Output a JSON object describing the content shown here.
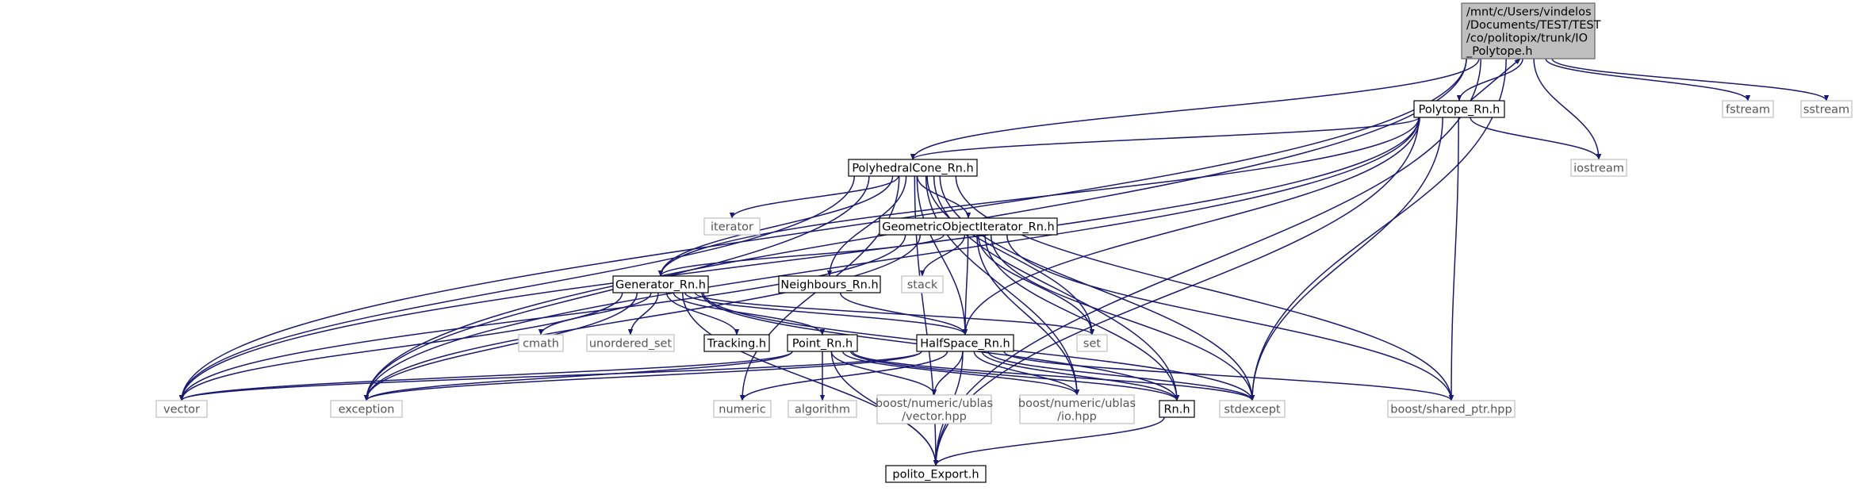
{
  "graph": {
    "nodes": [
      {
        "id": "root",
        "kind": "root",
        "lines": [
          "/mnt/c/Users/vindelos",
          "/Documents/TEST/TEST",
          "/co/politopix/trunk/IO",
          "_Polytope.h"
        ]
      },
      {
        "id": "polytope",
        "kind": "local",
        "lines": [
          "Polytope_Rn.h"
        ]
      },
      {
        "id": "fstream",
        "kind": "external",
        "lines": [
          "fstream"
        ]
      },
      {
        "id": "sstream",
        "kind": "external",
        "lines": [
          "sstream"
        ]
      },
      {
        "id": "iostream",
        "kind": "external",
        "lines": [
          "iostream"
        ]
      },
      {
        "id": "polycone",
        "kind": "local",
        "lines": [
          "PolyhedralCone_Rn.h"
        ]
      },
      {
        "id": "iterator",
        "kind": "external",
        "lines": [
          "iterator"
        ]
      },
      {
        "id": "goiter",
        "kind": "local",
        "lines": [
          "GeometricObjectIterator_Rn.h"
        ]
      },
      {
        "id": "stack",
        "kind": "external",
        "lines": [
          "stack"
        ]
      },
      {
        "id": "generator",
        "kind": "local",
        "lines": [
          "Generator_Rn.h"
        ]
      },
      {
        "id": "neighbours",
        "kind": "local",
        "lines": [
          "Neighbours_Rn.h"
        ]
      },
      {
        "id": "cmath",
        "kind": "external",
        "lines": [
          "cmath"
        ]
      },
      {
        "id": "unordered",
        "kind": "external",
        "lines": [
          "unordered_set"
        ]
      },
      {
        "id": "tracking",
        "kind": "local",
        "lines": [
          "Tracking.h"
        ]
      },
      {
        "id": "point",
        "kind": "local",
        "lines": [
          "Point_Rn.h"
        ]
      },
      {
        "id": "halfspace",
        "kind": "local",
        "lines": [
          "HalfSpace_Rn.h"
        ]
      },
      {
        "id": "set",
        "kind": "external",
        "lines": [
          "set"
        ]
      },
      {
        "id": "vector",
        "kind": "external",
        "lines": [
          "vector"
        ]
      },
      {
        "id": "exception",
        "kind": "external",
        "lines": [
          "exception"
        ]
      },
      {
        "id": "numeric",
        "kind": "external",
        "lines": [
          "numeric"
        ]
      },
      {
        "id": "algorithm",
        "kind": "external",
        "lines": [
          "algorithm"
        ]
      },
      {
        "id": "bvector",
        "kind": "external",
        "lines": [
          "boost/numeric/ublas",
          "/vector.hpp"
        ]
      },
      {
        "id": "bio",
        "kind": "external",
        "lines": [
          "boost/numeric/ublas",
          "/io.hpp"
        ]
      },
      {
        "id": "rn",
        "kind": "local",
        "lines": [
          "Rn.h"
        ]
      },
      {
        "id": "stdexcept",
        "kind": "external",
        "lines": [
          "stdexcept"
        ]
      },
      {
        "id": "sharedptr",
        "kind": "external",
        "lines": [
          "boost/shared_ptr.hpp"
        ]
      },
      {
        "id": "export",
        "kind": "local",
        "lines": [
          "polito_Export.h"
        ]
      }
    ],
    "edges": [
      [
        "root",
        "polytope"
      ],
      [
        "root",
        "fstream"
      ],
      [
        "root",
        "sstream"
      ],
      [
        "root",
        "iostream"
      ],
      [
        "root",
        "polycone"
      ],
      [
        "root",
        "vector"
      ],
      [
        "root",
        "exception"
      ],
      [
        "root",
        "stdexcept"
      ],
      [
        "root",
        "export"
      ],
      [
        "polytope",
        "root"
      ],
      [
        "polytope",
        "polycone"
      ],
      [
        "polytope",
        "iostream"
      ],
      [
        "polytope",
        "generator"
      ],
      [
        "polytope",
        "halfspace"
      ],
      [
        "polytope",
        "vector"
      ],
      [
        "polytope",
        "exception"
      ],
      [
        "polytope",
        "stdexcept"
      ],
      [
        "polytope",
        "sharedptr"
      ],
      [
        "polytope",
        "export"
      ],
      [
        "polycone",
        "iterator"
      ],
      [
        "polycone",
        "goiter"
      ],
      [
        "polycone",
        "generator"
      ],
      [
        "polycone",
        "neighbours"
      ],
      [
        "polycone",
        "halfspace"
      ],
      [
        "polycone",
        "set"
      ],
      [
        "polycone",
        "vector"
      ],
      [
        "polycone",
        "exception"
      ],
      [
        "polycone",
        "numeric"
      ],
      [
        "polycone",
        "bio"
      ],
      [
        "polycone",
        "rn"
      ],
      [
        "polycone",
        "stdexcept"
      ],
      [
        "polycone",
        "sharedptr"
      ],
      [
        "polycone",
        "export"
      ],
      [
        "goiter",
        "stack"
      ],
      [
        "goiter",
        "generator"
      ],
      [
        "goiter",
        "halfspace"
      ],
      [
        "goiter",
        "set"
      ],
      [
        "goiter",
        "vector"
      ],
      [
        "goiter",
        "exception"
      ],
      [
        "goiter",
        "bio"
      ],
      [
        "goiter",
        "rn"
      ],
      [
        "goiter",
        "stdexcept"
      ],
      [
        "goiter",
        "sharedptr"
      ],
      [
        "generator",
        "cmath"
      ],
      [
        "generator",
        "unordered"
      ],
      [
        "generator",
        "tracking"
      ],
      [
        "generator",
        "point"
      ],
      [
        "generator",
        "halfspace"
      ],
      [
        "generator",
        "set"
      ],
      [
        "generator",
        "vector"
      ],
      [
        "generator",
        "exception"
      ],
      [
        "generator",
        "rn"
      ],
      [
        "generator",
        "stdexcept"
      ],
      [
        "generator",
        "export"
      ],
      [
        "neighbours",
        "halfspace"
      ],
      [
        "point",
        "algorithm"
      ],
      [
        "point",
        "bvector"
      ],
      [
        "point",
        "bio"
      ],
      [
        "point",
        "rn"
      ],
      [
        "point",
        "vector"
      ],
      [
        "point",
        "exception"
      ],
      [
        "point",
        "stdexcept"
      ],
      [
        "point",
        "export"
      ],
      [
        "halfspace",
        "vector"
      ],
      [
        "halfspace",
        "exception"
      ],
      [
        "halfspace",
        "numeric"
      ],
      [
        "halfspace",
        "bvector"
      ],
      [
        "halfspace",
        "bio"
      ],
      [
        "halfspace",
        "rn"
      ],
      [
        "halfspace",
        "stdexcept"
      ],
      [
        "halfspace",
        "sharedptr"
      ],
      [
        "halfspace",
        "export"
      ],
      [
        "rn",
        "export"
      ]
    ]
  },
  "colors": {
    "edge": "#191970",
    "root_fill": "#bfbfbf",
    "local_border": "#000000",
    "external_border": "#bfbfbf",
    "external_text": "#555555"
  }
}
